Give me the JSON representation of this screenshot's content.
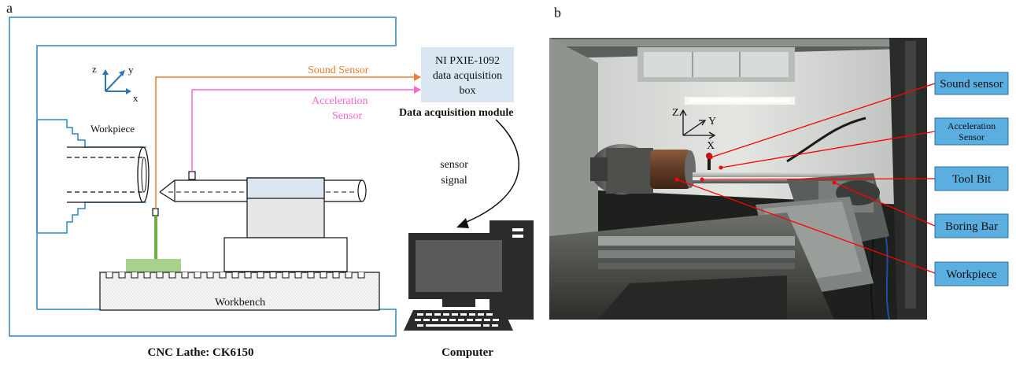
{
  "panels": {
    "left": {
      "letter": "a",
      "caption": "CNC Lathe: CK6150",
      "axes": {
        "z": "z",
        "y": "y",
        "x": "x"
      },
      "labels": {
        "workpiece": "Workpiece",
        "workbench": "Workbench",
        "sound_sensor": "Sound Sensor",
        "acceleration_line1": "Acceleration",
        "acceleration_line2": "Sensor",
        "daq_line1": "NI PXIE-1092",
        "daq_line2": "data acquisition",
        "daq_line3": "box",
        "daq_module": "Data acquisition module",
        "signal_line1": "sensor",
        "signal_line2": "signal",
        "computer": "Computer"
      },
      "colors": {
        "frame": "#2e86c1",
        "sound": "#ed7d31",
        "acceleration": "#ff66cc",
        "daq_box": "#dae7f3",
        "sensor_stand": "#70ad47",
        "sensor_base": "#a9d18e"
      }
    },
    "right": {
      "letter": "b",
      "axes": {
        "z": "Z",
        "y": "Y",
        "x": "X"
      },
      "callouts": [
        {
          "label": "Sound sensor"
        },
        {
          "label_line1": "Acceleration",
          "label_line2": "Sensor"
        },
        {
          "label": "Tool Bit"
        },
        {
          "label": "Boring Bar"
        },
        {
          "label": "Workpiece"
        }
      ],
      "colors": {
        "callout_fill": "#5aaee0",
        "callout_border": "#2e6f9e",
        "callout_line": "#ff0000"
      }
    }
  }
}
